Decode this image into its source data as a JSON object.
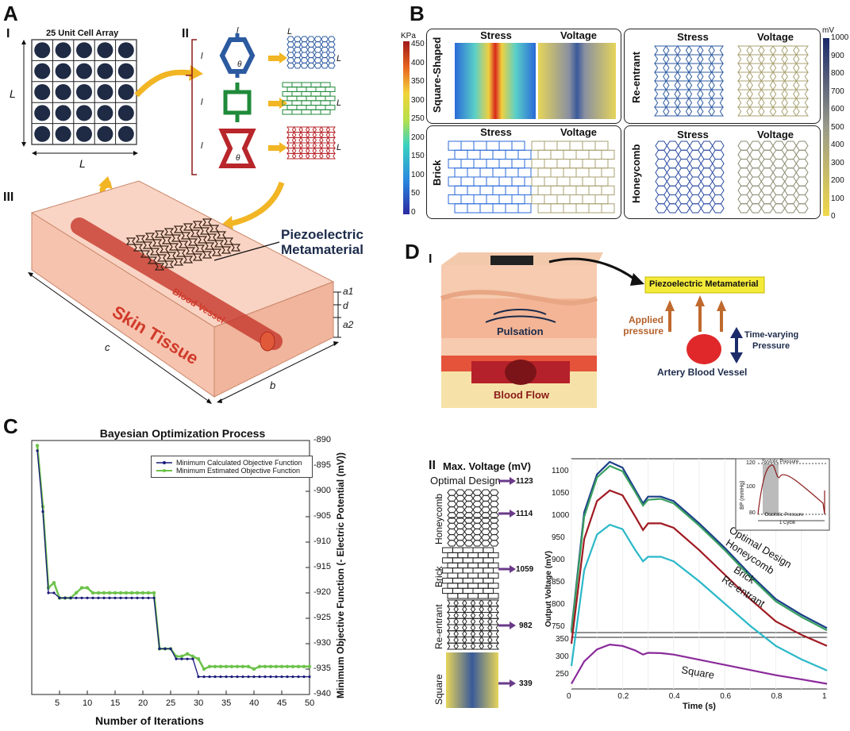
{
  "panel_letters": {
    "a": "A",
    "b": "B",
    "c": "C",
    "d": "D"
  },
  "panel_a": {
    "roman_1": "I",
    "roman_2": "II",
    "roman_3": "III",
    "array_title": "25 Unit Cell Array",
    "dim_L": "L",
    "cell_l": "l",
    "cell_t": "t",
    "cell_theta": "θ",
    "piezo_label_line1": "Piezoelectric",
    "piezo_label_line2": "Metamaterial",
    "blood_vessel": "Blood Vessel",
    "skin_tissue": "Skin Tissue",
    "dim_a1": "a1",
    "dim_d": "d",
    "dim_a2": "a2",
    "dim_b": "b",
    "dim_c": "c"
  },
  "panel_b": {
    "stress": "Stress",
    "voltage": "Voltage",
    "designs": [
      "Square-Shaped",
      "Re-entrant",
      "Brick",
      "Honeycomb"
    ],
    "left_unit": "KPa",
    "left_ticks": [
      "450",
      "400",
      "350",
      "300",
      "250",
      "200",
      "150",
      "100",
      "50",
      "0"
    ],
    "right_unit": "mV",
    "right_ticks": [
      "1000",
      "900",
      "800",
      "700",
      "600",
      "500",
      "400",
      "300",
      "200",
      "100",
      "0"
    ]
  },
  "panel_c": {
    "title": "Bayesian Optimization Process",
    "xlabel": "Number of Iterations",
    "ylabel": "Minimum Objective Function (- Electric Potential (mV))",
    "xticks": [
      "5",
      "10",
      "15",
      "20",
      "25",
      "30",
      "35",
      "40",
      "45",
      "50"
    ],
    "yticks": [
      "-890",
      "-895",
      "-900",
      "-905",
      "-910",
      "-915",
      "-920",
      "-925",
      "-930",
      "-935",
      "-940"
    ],
    "legend": [
      "Minimum Calculated Objective Function",
      "Minimum Estimated Objective Function"
    ],
    "colors": {
      "calculated": "#1a1a7a",
      "estimated": "#6cc24a"
    }
  },
  "panel_d": {
    "roman_1": "I",
    "roman_2": "II",
    "piezo_box": "Piezoelectric Metamaterial",
    "applied_pressure_1": "Applied",
    "applied_pressure_2": "pressure",
    "time_varying_1": "Time-varying",
    "time_varying_2": "Pressure",
    "artery": "Artery Blood Vessel",
    "pulsation": "Pulsation",
    "blood_flow": "Blood Flow",
    "max_voltage": "Max. Voltage (mV)",
    "optimal_design": "Optimal Design",
    "designs_side": [
      "Honeycomb",
      "Brick",
      "Re-entrant",
      "Square"
    ],
    "voltages": [
      "1123",
      "1114",
      "1059",
      "982",
      "339"
    ],
    "curve_labels": [
      "Optimal Design",
      "Honeycomb",
      "Brick",
      "Re-entrant",
      "Square"
    ],
    "xlabel": "Time (s)",
    "ylabel": "Output Voltage (mV)",
    "inset_ylabel": "BP (mmHg)",
    "inset_systolic": "Systolic Pressure",
    "inset_diastolic": "Diastolic Pressure",
    "inset_cycle": "1 Cycle",
    "inset_yticks": [
      "120",
      "100",
      "80"
    ]
  },
  "chart_data": [
    {
      "type": "line",
      "title": "Bayesian Optimization Process",
      "xlabel": "Number of Iterations",
      "ylabel": "Minimum Objective Function (- Electric Potential (mV))",
      "xlim": [
        0,
        50
      ],
      "ylim": [
        -940,
        -890
      ],
      "series": [
        {
          "name": "Minimum Calculated Objective Function",
          "x": [
            1,
            2,
            3,
            4,
            5,
            6,
            7,
            8,
            9,
            10,
            11,
            12,
            13,
            14,
            15,
            16,
            17,
            18,
            19,
            20,
            21,
            22,
            23,
            24,
            25,
            26,
            27,
            28,
            29,
            30,
            31,
            32,
            33,
            34,
            35,
            36,
            37,
            38,
            39,
            40,
            41,
            42,
            43,
            44,
            45,
            46,
            47,
            48,
            49,
            50
          ],
          "y": [
            -892,
            -904,
            -920,
            -920,
            -921,
            -921,
            -921,
            -921,
            -921,
            -921,
            -921,
            -921,
            -921,
            -921,
            -921,
            -921,
            -921,
            -921,
            -921,
            -921,
            -921,
            -921,
            -931,
            -931,
            -931,
            -933,
            -933,
            -933,
            -933,
            -936.5,
            -936.5,
            -936.5,
            -936.5,
            -936.5,
            -936.5,
            -936.5,
            -936.5,
            -936.5,
            -936.5,
            -936.5,
            -936.5,
            -936.5,
            -936.5,
            -936.5,
            -936.5,
            -936.5,
            -936.5,
            -936.5,
            -936.5,
            -936.5
          ]
        },
        {
          "name": "Minimum Estimated Objective Function",
          "x": [
            1,
            2,
            3,
            4,
            5,
            6,
            7,
            8,
            9,
            10,
            11,
            12,
            13,
            14,
            15,
            16,
            17,
            18,
            19,
            20,
            21,
            22,
            23,
            24,
            25,
            26,
            27,
            28,
            29,
            30,
            31,
            32,
            33,
            34,
            35,
            36,
            37,
            38,
            39,
            40,
            41,
            42,
            43,
            44,
            45,
            46,
            47,
            48,
            49,
            50
          ],
          "y": [
            -891,
            -903,
            -919,
            -918,
            -921,
            -921,
            -921,
            -920,
            -919,
            -919,
            -920,
            -920,
            -920,
            -920,
            -920,
            -920,
            -920,
            -920,
            -920,
            -920,
            -920,
            -920,
            -931,
            -931,
            -931,
            -932.5,
            -932.5,
            -932,
            -932.5,
            -933,
            -935,
            -934.5,
            -934.5,
            -934.5,
            -934.5,
            -934.5,
            -934.5,
            -934.5,
            -934.5,
            -935,
            -934.5,
            -934.5,
            -934.5,
            -934.5,
            -934.5,
            -934.5,
            -934.5,
            -934.5,
            -934.5,
            -934.5
          ]
        }
      ]
    },
    {
      "type": "line",
      "xlabel": "Time (s)",
      "ylabel": "Output Voltage (mV)",
      "xlim": [
        0,
        1
      ],
      "xticks": [
        "0",
        "0.2",
        "0.4",
        "0.6",
        "0.8",
        "1"
      ],
      "upper_yticks": [
        "1100",
        "1050",
        "1000",
        "950",
        "900",
        "850",
        "800",
        "750"
      ],
      "lower_yticks": [
        "350",
        "300",
        "250"
      ],
      "series": [
        {
          "name": "Optimal Design",
          "x": [
            0,
            0.05,
            0.1,
            0.15,
            0.2,
            0.25,
            0.28,
            0.3,
            0.35,
            0.4,
            0.5,
            0.6,
            0.7,
            0.8,
            0.9,
            1.0
          ],
          "y": [
            745,
            1010,
            1095,
            1123,
            1110,
            1060,
            1030,
            1045,
            1045,
            1035,
            985,
            930,
            870,
            815,
            780,
            750
          ]
        },
        {
          "name": "Honeycomb",
          "x": [
            0,
            0.05,
            0.1,
            0.15,
            0.2,
            0.25,
            0.28,
            0.3,
            0.35,
            0.4,
            0.5,
            0.6,
            0.7,
            0.8,
            0.9,
            1.0
          ],
          "y": [
            740,
            1000,
            1088,
            1114,
            1102,
            1055,
            1025,
            1038,
            1040,
            1030,
            980,
            925,
            865,
            810,
            775,
            745
          ]
        },
        {
          "name": "Brick",
          "x": [
            0,
            0.05,
            0.1,
            0.15,
            0.2,
            0.25,
            0.28,
            0.3,
            0.35,
            0.4,
            0.5,
            0.6,
            0.7,
            0.8,
            0.9,
            1.0
          ],
          "y": [
            715,
            950,
            1035,
            1059,
            1048,
            1000,
            970,
            985,
            985,
            975,
            925,
            870,
            815,
            765,
            735,
            710
          ]
        },
        {
          "name": "Re-entrant",
          "x": [
            0,
            0.05,
            0.1,
            0.15,
            0.2,
            0.25,
            0.28,
            0.3,
            0.35,
            0.4,
            0.5,
            0.6,
            0.7,
            0.8,
            0.9,
            1.0
          ],
          "y": [
            665,
            880,
            960,
            982,
            972,
            925,
            900,
            910,
            910,
            900,
            855,
            805,
            755,
            710,
            680,
            655
          ]
        },
        {
          "name": "Square",
          "x": [
            0,
            0.05,
            0.1,
            0.15,
            0.2,
            0.25,
            0.28,
            0.3,
            0.35,
            0.4,
            0.5,
            0.6,
            0.7,
            0.8,
            0.9,
            1.0
          ],
          "y": [
            225,
            290,
            325,
            339,
            335,
            322,
            310,
            315,
            314,
            310,
            295,
            280,
            265,
            250,
            238,
            225
          ]
        }
      ]
    }
  ]
}
